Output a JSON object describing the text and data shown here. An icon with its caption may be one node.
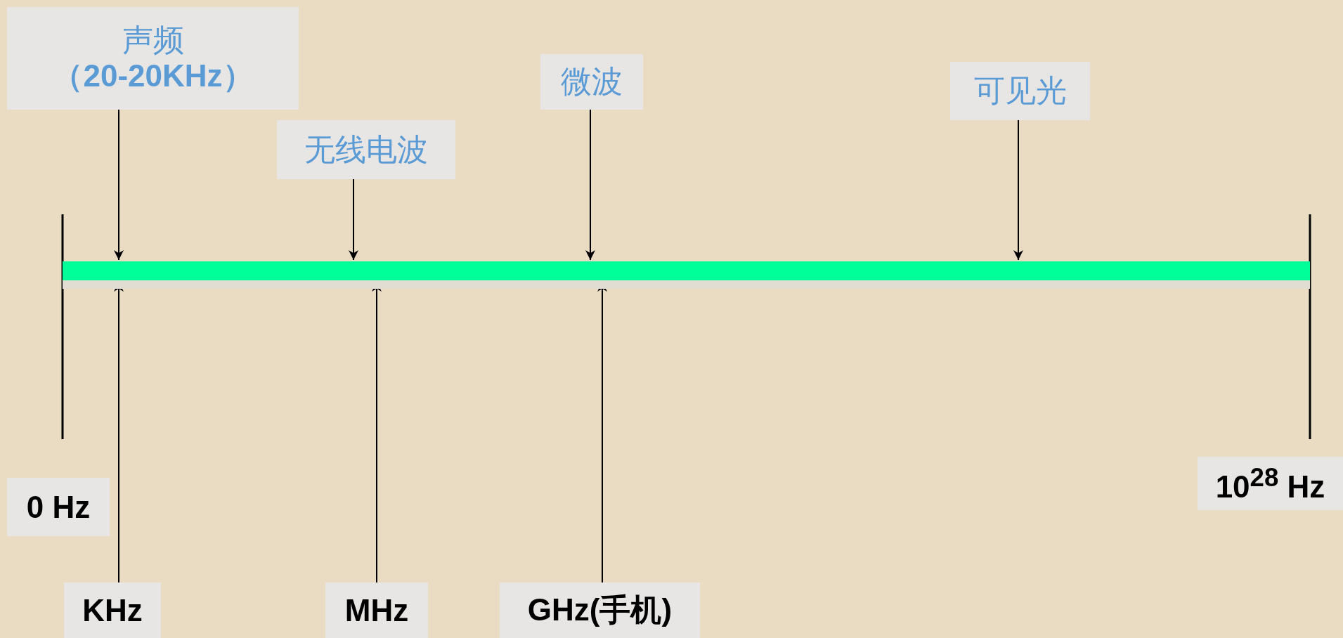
{
  "diagram": {
    "nodes": [
      {
        "text": [
          "声频",
          "（20-20KHz）"
        ]
      },
      {
        "text": [
          "微波"
        ]
      },
      {
        "text": [
          "可见光"
        ]
      },
      {
        "text": [
          "无线电波"
        ]
      },
      {
        "text": [],
        "shape": "bar"
      },
      {
        "text": [
          "0 Hz"
        ]
      },
      {
        "text": [
          "10$^{28}$ Hz"
        ]
      },
      {
        "text": [
          "KHz"
        ]
      },
      {
        "text": [
          "MHz"
        ]
      },
      {
        "text": [
          "GHz(手机)"
        ]
      }
    ],
    "edges": [
      {
        "from": 0,
        "to": 4,
        "arrow": "to"
      },
      {
        "from": 3,
        "to": 4,
        "arrow": "to"
      },
      {
        "from": 1,
        "to": 4,
        "arrow": "to"
      },
      {
        "from": 2,
        "to": 4,
        "arrow": "to"
      },
      {
        "from": 7,
        "to": 4,
        "arrow": "to"
      },
      {
        "from": 8,
        "to": 4,
        "arrow": "to"
      },
      {
        "from": 9,
        "to": 4,
        "arrow": "to"
      }
    ]
  }
}
